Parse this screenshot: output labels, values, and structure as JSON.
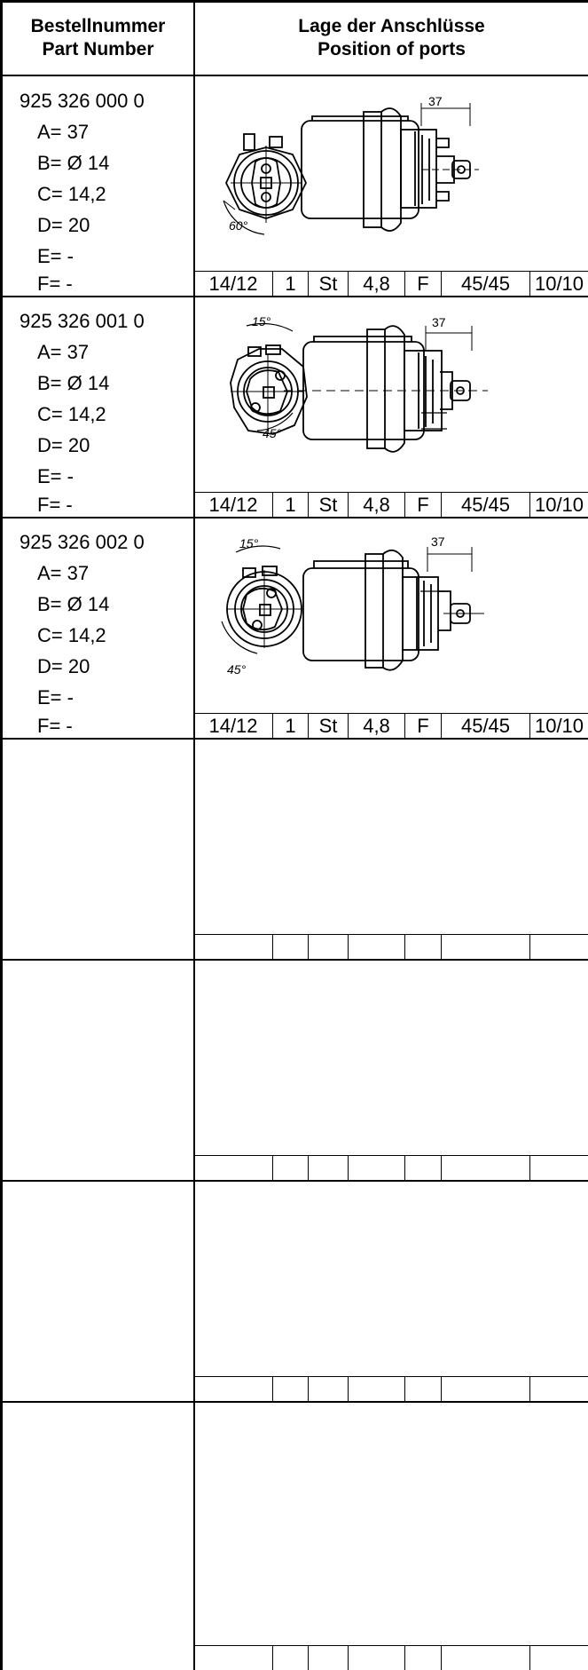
{
  "header": {
    "part_number_de": "Bestellnummer",
    "part_number_en": "Part Number",
    "ports_de": "Lage der Anschlüsse",
    "ports_en": "Position of ports"
  },
  "rows": [
    {
      "part_number": "925 326 000 0",
      "dims": {
        "A": "A= 37",
        "B": "B= Ø 14",
        "C": "C= 14,2",
        "D": "D= 20",
        "E": "E= -",
        "F": "F= -"
      },
      "drawing": {
        "dimension": "37",
        "angle": "60°"
      },
      "specs": [
        "14/12",
        "1",
        "St",
        "4,8",
        "F",
        "45/45",
        "10/10"
      ]
    },
    {
      "part_number": "925 326 001 0",
      "dims": {
        "A": "A= 37",
        "B": "B= Ø 14",
        "C": "C= 14,2",
        "D": "D= 20",
        "E": "E= -",
        "F": "F= -"
      },
      "drawing": {
        "dimension": "37",
        "angle1": "15°",
        "angle2": "45°"
      },
      "specs": [
        "14/12",
        "1",
        "St",
        "4,8",
        "F",
        "45/45",
        "10/10"
      ]
    },
    {
      "part_number": "925 326 002 0",
      "dims": {
        "A": "A= 37",
        "B": "B= Ø 14",
        "C": "C= 14,2",
        "D": "D= 20",
        "E": "E= -",
        "F": "F= -"
      },
      "drawing": {
        "dimension": "37",
        "angle1": "15°",
        "angle2": "45°"
      },
      "specs": [
        "14/12",
        "1",
        "St",
        "4,8",
        "F",
        "45/45",
        "10/10"
      ]
    }
  ]
}
